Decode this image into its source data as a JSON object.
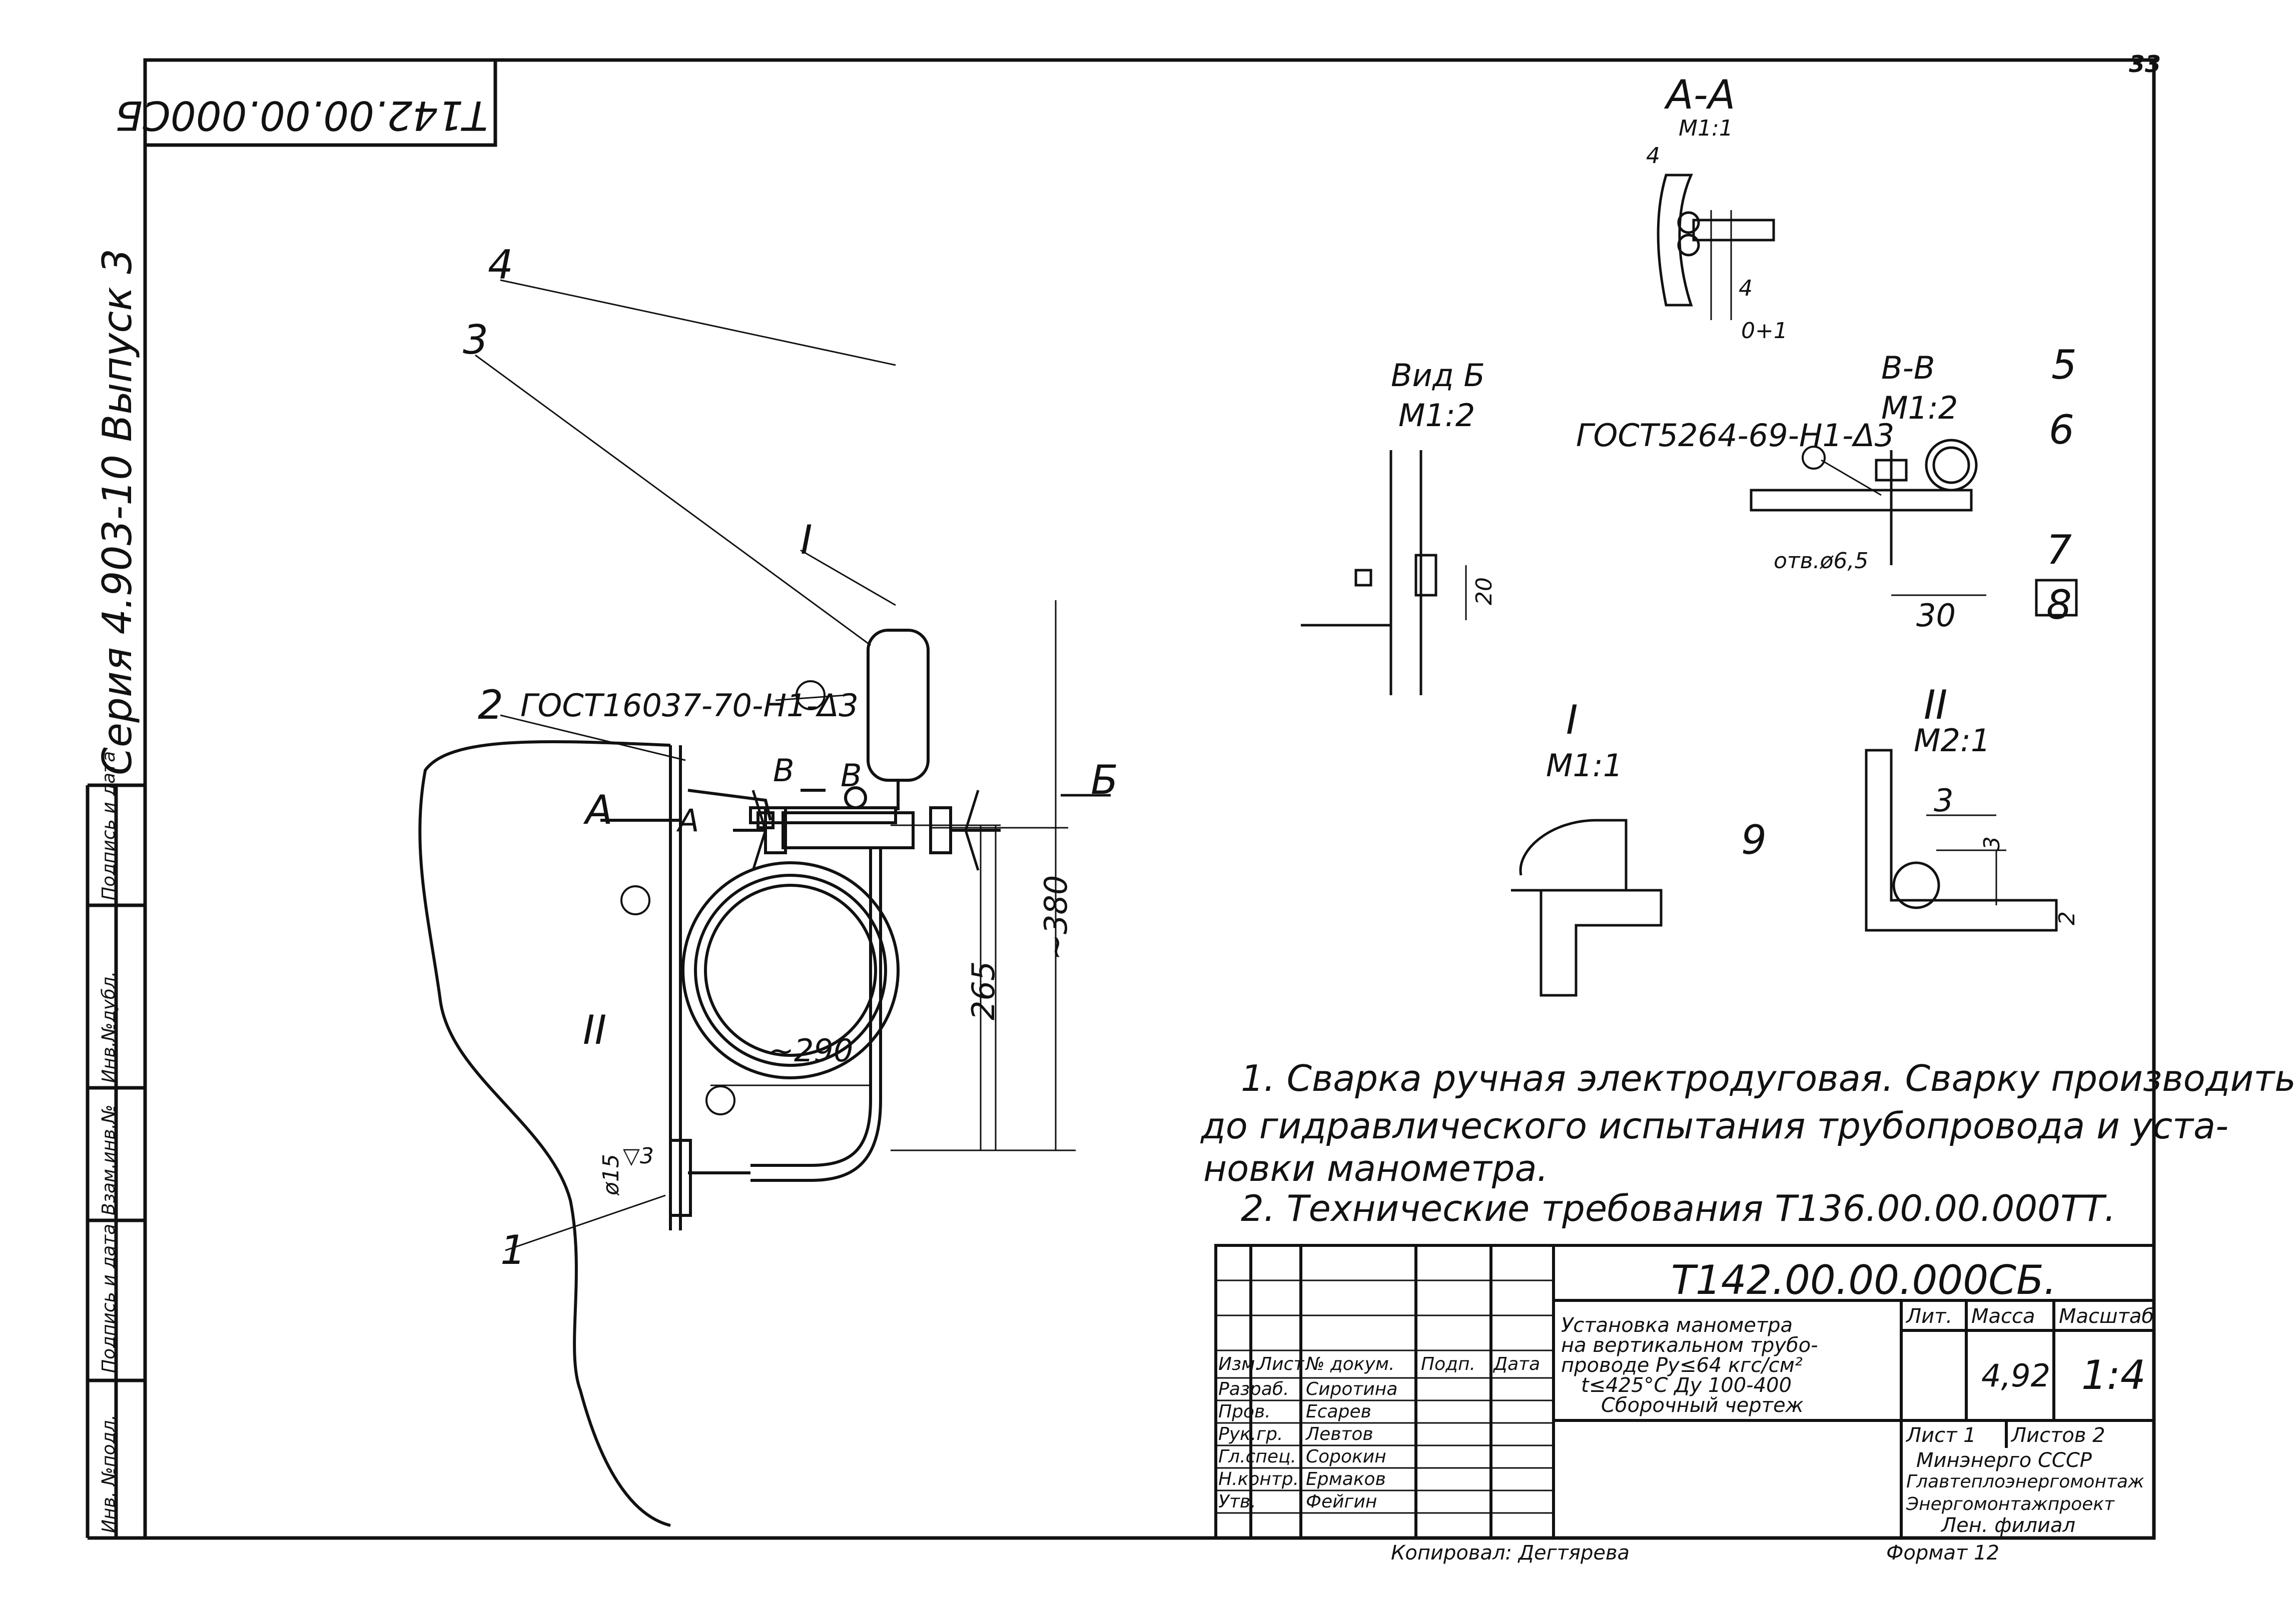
{
  "sheet": {
    "page_number": "33",
    "doc_code_top": "Т142.00.00.000СБ",
    "series": "Серия 4.903-10 Выпуск 3",
    "side_stamp": [
      "Инв. №подл.",
      "Подпись и дата",
      "Взам.инв.№",
      "Инв.№дубл.",
      "Подпись и дата"
    ]
  },
  "drawing": {
    "positions": [
      "1",
      "2",
      "3",
      "4",
      "5",
      "6",
      "7",
      "8",
      "9"
    ],
    "callout_I": "I",
    "callout_II": "II",
    "section_A": "А",
    "section_B": "В",
    "view_B_mark": "Б",
    "gost_weld_1": "ГОСТ16037-70-Н1-Δ3",
    "gost_weld_2": "ГОСТ5264-69-Н1-Δ3",
    "dims": {
      "d380": "~380",
      "d265": "265",
      "d290": "~290",
      "phi15": "ø15",
      "d20": "20",
      "d30": "30",
      "hole": "отв.ø6,5",
      "aa_4a": "4",
      "aa_4b": "4",
      "aa_01": "0+1",
      "ii_3a": "3",
      "ii_3b": "3",
      "ii_2": "2",
      "weld_sym": "▽3"
    },
    "views": {
      "aa_title": "А-А",
      "aa_scale": "М1:1",
      "vidb_title": "Вид Б",
      "vidb_scale": "М1:2",
      "bb_title": "В-В",
      "bb_scale": "М1:2",
      "i_title": "I",
      "i_scale": "М1:1",
      "ii_title": "II",
      "ii_scale": "М2:1"
    }
  },
  "notes": [
    "1. Сварка ручная электродуговая. Сварку производить",
    "до гидравлического испытания трубопровода и уста-",
    "новки манометра.",
    "2. Технические требования Т136.00.00.000ТТ."
  ],
  "title_block": {
    "code": "Т142.00.00.000СБ.",
    "name_lines": [
      "Установка манометра",
      "на вертикальном трубо-",
      "проводе Ру≤64 кгс/см²",
      "t≤425°С Ду 100-400",
      "Сборочный чертеж"
    ],
    "head": [
      "Изм.",
      "Лист",
      "№ докум.",
      "Подп.",
      "Дата"
    ],
    "roles": [
      {
        "role": "Разраб.",
        "name": "Сиротина"
      },
      {
        "role": "Пров.",
        "name": "Есарев"
      },
      {
        "role": "Рук.гр.",
        "name": "Левтов"
      },
      {
        "role": "Гл.спец.",
        "name": "Сорокин"
      },
      {
        "role": "Н.контр.",
        "name": "Ермаков"
      },
      {
        "role": "Утв.",
        "name": "Фейгин"
      }
    ],
    "lit_label": "Лит.",
    "mass_label": "Масса",
    "scale_label": "Масштаб",
    "mass": "4,92",
    "scale": "1:4",
    "sheet_label": "Лист 1",
    "sheets_label": "Листов 2",
    "org_lines": [
      "Минэнерго СССР",
      "Главтеплоэнергомонтаж",
      "Энергомонтажпроект",
      "Лен. филиал"
    ],
    "copied_by": "Копировал: Дегтярева",
    "format": "Формат 12"
  }
}
